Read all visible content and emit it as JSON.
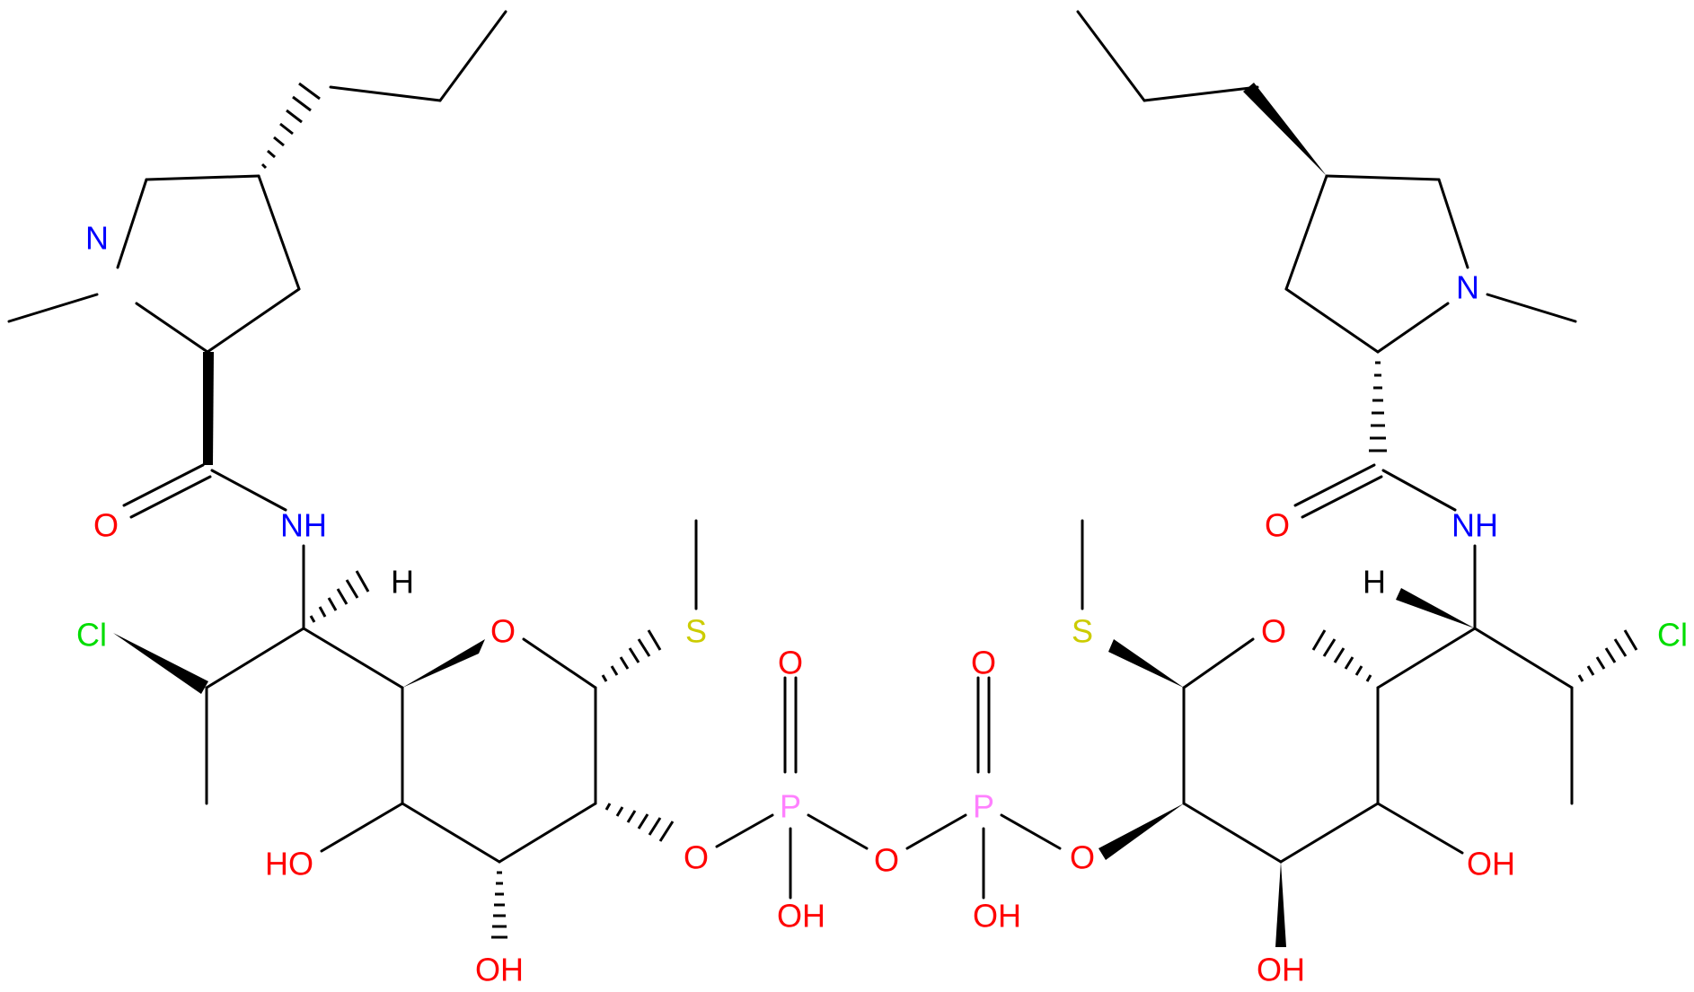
{
  "colors": {
    "bond": "#000000",
    "N": "#0000ff",
    "O": "#ff0000",
    "S": "#cccc00",
    "P": "#ff80ff",
    "Cl": "#00dd00",
    "H": "#000000"
  },
  "atoms": [
    {
      "id": "n_left",
      "text": "N",
      "el": "N"
    },
    {
      "id": "o_carbonyl_left",
      "text": "O",
      "el": "O"
    },
    {
      "id": "nh_left",
      "text": "NH",
      "el": "N"
    },
    {
      "id": "h_left",
      "text": "H",
      "el": "H"
    },
    {
      "id": "cl_left",
      "text": "Cl",
      "el": "Cl"
    },
    {
      "id": "o_ring_left",
      "text": "O",
      "el": "O"
    },
    {
      "id": "s_left",
      "text": "S",
      "el": "S"
    },
    {
      "id": "ho_left_a",
      "text": "HO",
      "el": "O"
    },
    {
      "id": "oh_left_b",
      "text": "OH",
      "el": "O"
    },
    {
      "id": "o_ester_left",
      "text": "O",
      "el": "O"
    },
    {
      "id": "p_left",
      "text": "P",
      "el": "P"
    },
    {
      "id": "o_p_left_double",
      "text": "O",
      "el": "O"
    },
    {
      "id": "oh_p_left",
      "text": "OH",
      "el": "O"
    },
    {
      "id": "o_bridge",
      "text": "O",
      "el": "O"
    },
    {
      "id": "p_right",
      "text": "P",
      "el": "P"
    },
    {
      "id": "o_p_right_double",
      "text": "O",
      "el": "O"
    },
    {
      "id": "oh_p_right",
      "text": "OH",
      "el": "O"
    },
    {
      "id": "o_ester_right",
      "text": "O",
      "el": "O"
    },
    {
      "id": "s_right",
      "text": "S",
      "el": "S"
    },
    {
      "id": "o_ring_right",
      "text": "O",
      "el": "O"
    },
    {
      "id": "oh_right_b",
      "text": "OH",
      "el": "O"
    },
    {
      "id": "oh_right_a",
      "text": "OH",
      "el": "O"
    },
    {
      "id": "h_right",
      "text": "H",
      "el": "H"
    },
    {
      "id": "nh_right",
      "text": "NH",
      "el": "N"
    },
    {
      "id": "cl_right",
      "text": "Cl",
      "el": "Cl"
    },
    {
      "id": "o_carbonyl_right",
      "text": "O",
      "el": "O"
    },
    {
      "id": "n_right",
      "text": "N",
      "el": "N"
    }
  ]
}
